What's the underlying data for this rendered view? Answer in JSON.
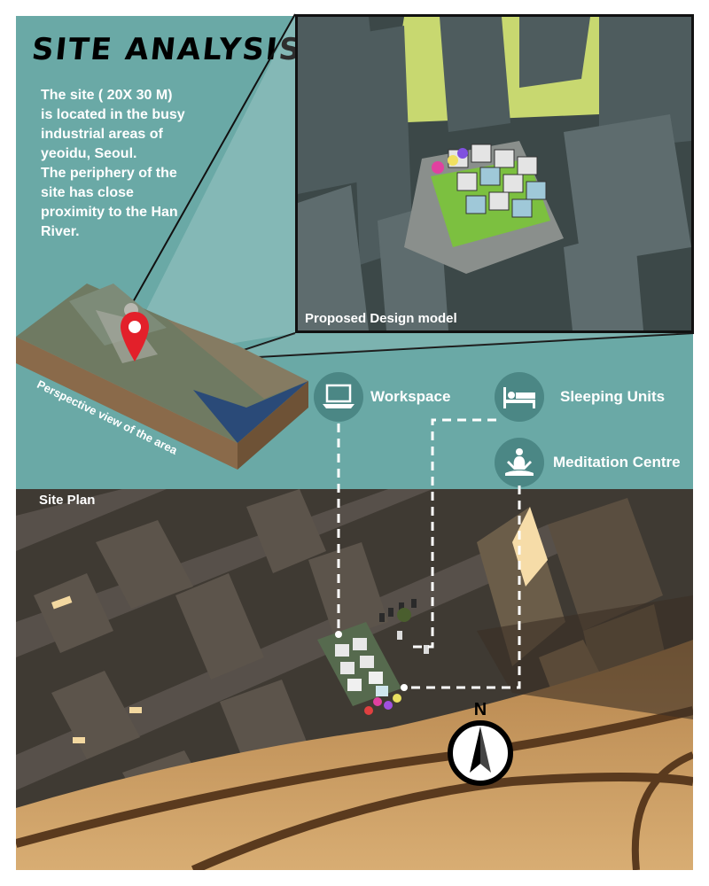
{
  "title": "SITE ANALYSIS",
  "description": {
    "lines": [
      "The site ( 20X 30 M)",
      "is located in the busy",
      "industrial areas of",
      "yeoidu, Seoul.",
      "The periphery of the",
      "site has close",
      "proximity to the Han",
      "River."
    ]
  },
  "model": {
    "label": "Proposed Design model"
  },
  "perspective": {
    "label": "Perspective view of the area"
  },
  "legend": {
    "workspace": "Workspace",
    "sleeping": "Sleeping Units",
    "meditation": "Meditation Centre"
  },
  "site_plan": {
    "label": "Site Plan"
  },
  "compass": {
    "label": "N"
  },
  "colors": {
    "teal_background": "#6aa9a6",
    "legend_circle": "#4b8785",
    "marker_red": "#e3202a",
    "ground_sand": "#c89a62"
  }
}
